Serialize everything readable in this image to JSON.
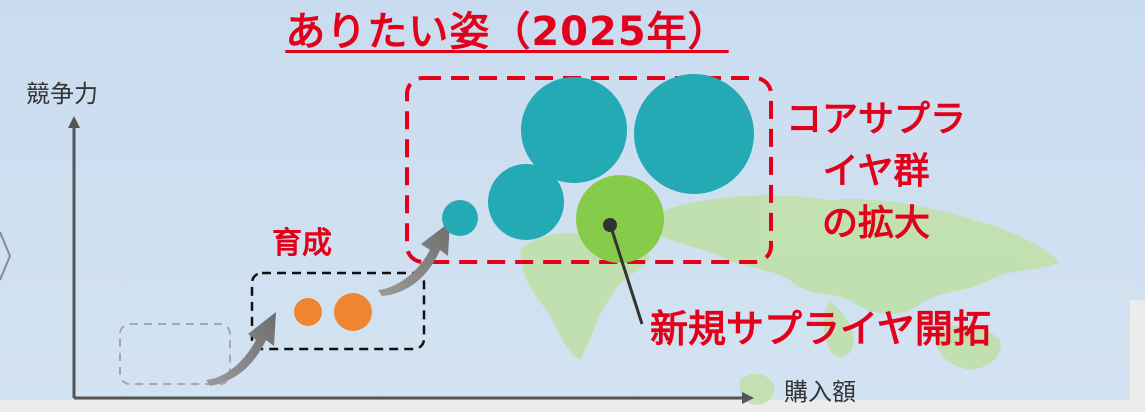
{
  "title": "ありたい姿（2025年）",
  "axes": {
    "y_label": "競争力",
    "x_label": "購入額"
  },
  "labels": {
    "nurture": "育成",
    "core_expansion_line1": "コアサプライヤ群",
    "core_expansion_line2": "の拡大",
    "new_supplier": "新規サプライヤ開拓"
  },
  "colors": {
    "accent_red": "#e3001b",
    "teal": "#24aab5",
    "green": "#86cc4a",
    "orange": "#ef8530",
    "map": "#bfe0a6",
    "axis": "#555555"
  }
}
